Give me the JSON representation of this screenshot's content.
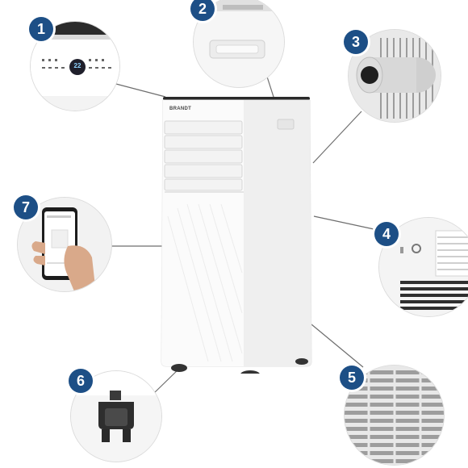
{
  "product": {
    "brand_logo_text": "BRANDT",
    "panel_display": "22"
  },
  "callouts": [
    {
      "number": "1",
      "icon": "control-panel-icon"
    },
    {
      "number": "2",
      "icon": "handle-icon"
    },
    {
      "number": "3",
      "icon": "exhaust-hose-icon"
    },
    {
      "number": "4",
      "icon": "rear-controls-icon"
    },
    {
      "number": "5",
      "icon": "air-filter-grille-icon"
    },
    {
      "number": "6",
      "icon": "caster-wheel-icon"
    },
    {
      "number": "7",
      "icon": "smartphone-app-icon"
    }
  ],
  "colors": {
    "badge": "#1d4f86",
    "unit_body": "#f7f7f7",
    "leader_lines": "#6e6e6e"
  }
}
